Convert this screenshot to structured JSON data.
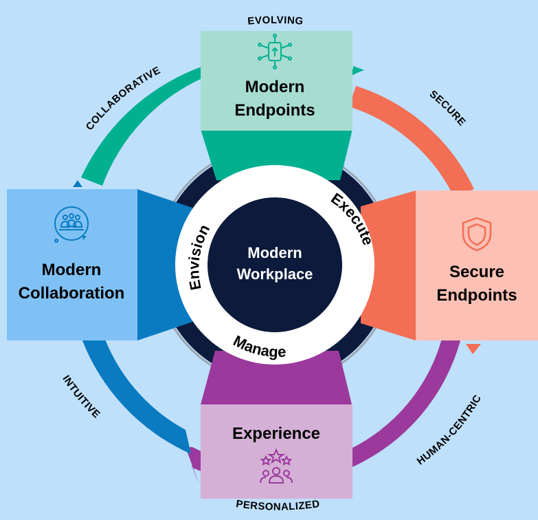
{
  "center": {
    "line1": "Modern",
    "line2": "Workplace"
  },
  "ring": {
    "envision": "Envision",
    "execute": "Execute",
    "manage": "Manage"
  },
  "pillars": {
    "top": {
      "line1": "Modern",
      "line2": "Endpoints",
      "icon": "circuit-device-icon",
      "color": "#00b08f"
    },
    "right": {
      "line1": "Secure",
      "line2": "Endpoints",
      "icon": "shield-icon",
      "color": "#f26e55"
    },
    "bottom": {
      "line1": "Experience",
      "icon": "people-stars-icon",
      "color": "#9b3a9c"
    },
    "left": {
      "line1": "Modern",
      "line2": "Collaboration",
      "icon": "collaboration-icon",
      "color": "#0a7ac1"
    }
  },
  "arc_labels": {
    "top": "EVOLVING",
    "top_left": "COLLABORATIVE",
    "top_right": "SECURE",
    "bottom_left": "INTUITIVE",
    "bottom_right": "HUMAN-CENTRIC",
    "bottom": "PERSONALIZED"
  }
}
